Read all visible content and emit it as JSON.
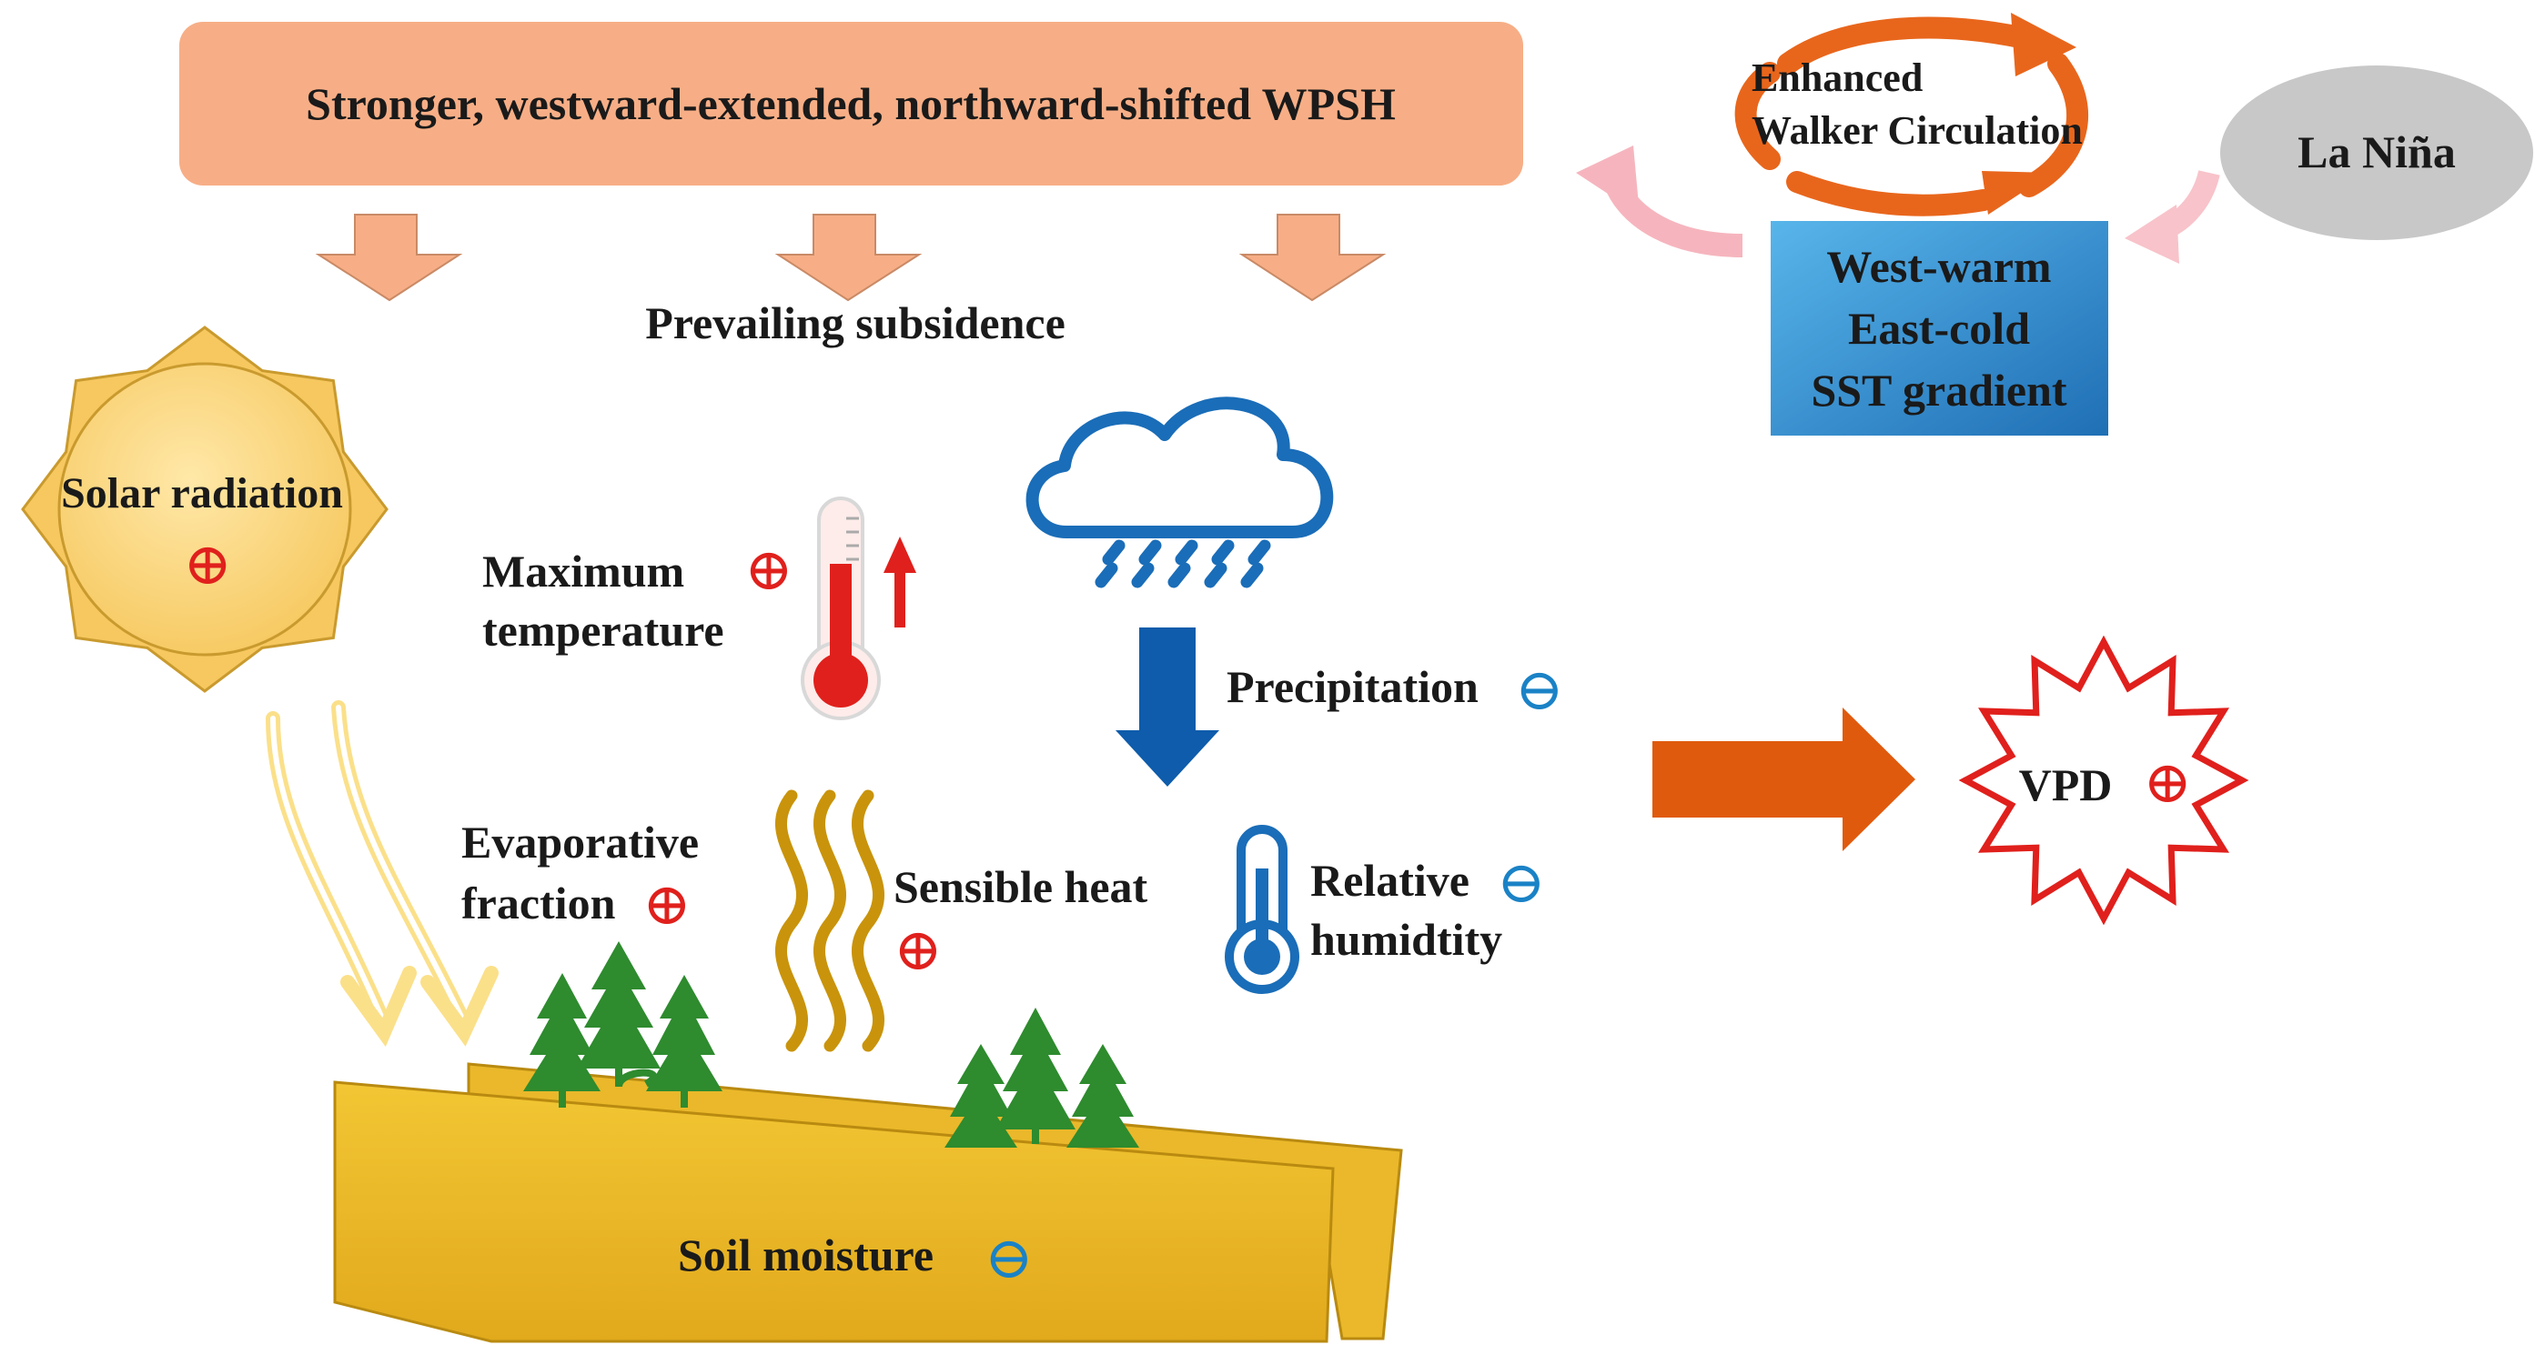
{
  "top_box": {
    "label": "Stronger, westward-extended, northward-shifted WPSH"
  },
  "subsidence": {
    "label": "Prevailing subsidence"
  },
  "walker": {
    "line1": "Enhanced",
    "line2": "Walker Circulation"
  },
  "la_nina": {
    "label": "La Niña"
  },
  "sst_box": {
    "line1": "West-warm",
    "line2": "East-cold",
    "line3": "SST gradient"
  },
  "solar": {
    "label": "Solar radiation",
    "sign": "⊕"
  },
  "max_temp": {
    "line1": "Maximum",
    "line2": "temperature",
    "sign": "⊕"
  },
  "precipitation": {
    "label": "Precipitation",
    "sign": "⊖"
  },
  "evap": {
    "line1": "Evaporative",
    "line2": "fraction",
    "sign": "⊕"
  },
  "sensible": {
    "label": "Sensible heat",
    "sign": "⊕"
  },
  "rh": {
    "line1": "Relative",
    "line2": "humidtity",
    "sign": "⊖"
  },
  "soil": {
    "label": "Soil moisture",
    "sign": "⊖"
  },
  "vpd": {
    "label": "VPD",
    "sign": "⊕"
  },
  "colors": {
    "top_box": "#F7AE86",
    "down_arrows": "#F7AE86",
    "walker_loop": "#E8661C",
    "pink_arrows": "#F8C3CA",
    "sst_box": "#2E86C8",
    "la_nina": "#C8C8C8",
    "sun": "#F6C85F",
    "precip_arrow": "#0E5CAB",
    "vpd_arrow": "#E05A0D",
    "soil": "#E6B324",
    "trees": "#2E8B2E",
    "heat_waves": "#C9940B",
    "plus_sign": "#E0201C",
    "minus_sign": "#1A82C6",
    "vpd_star": "#E0201C"
  }
}
